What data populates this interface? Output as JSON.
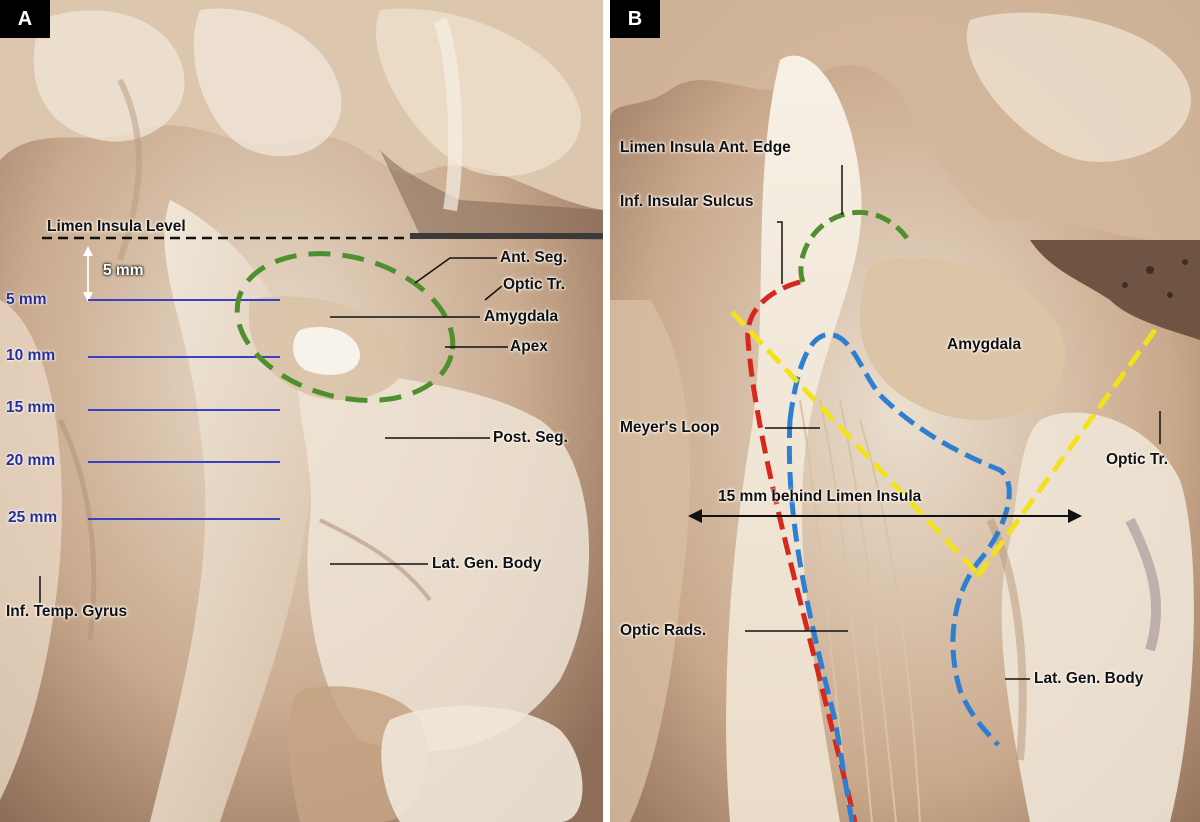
{
  "panel_a": {
    "letter": "A",
    "limen_level": "Limen Insula Level",
    "gap": "5 mm",
    "ticks": [
      "5 mm",
      "10 mm",
      "15 mm",
      "20 mm",
      "25 mm"
    ],
    "labels": {
      "ant_seg": "Ant. Seg.",
      "optic_tr": "Optic Tr.",
      "amygdala": "Amygdala",
      "apex": "Apex",
      "post_seg": "Post. Seg.",
      "lat_gen_body": "Lat. Gen. Body",
      "inf_temp_gyrus": "Inf. Temp. Gyrus"
    }
  },
  "panel_b": {
    "letter": "B",
    "labels": {
      "limen_ant_edge": "Limen Insula Ant. Edge",
      "inf_insular_sulcus": "Inf. Insular Sulcus",
      "amygdala": "Amygdala",
      "meyers_loop": "Meyer's Loop",
      "optic_tr": "Optic Tr.",
      "behind_limen": "15 mm  behind Limen  Insula",
      "optic_rads": "Optic Rads.",
      "lat_gen_body": "Lat. Gen. Body"
    }
  },
  "colors": {
    "green": "#4f8f2e",
    "red": "#d6281c",
    "blue": "#2f7fd0",
    "yellow": "#f2e21c",
    "tick_blue": "#3a3fc8"
  }
}
